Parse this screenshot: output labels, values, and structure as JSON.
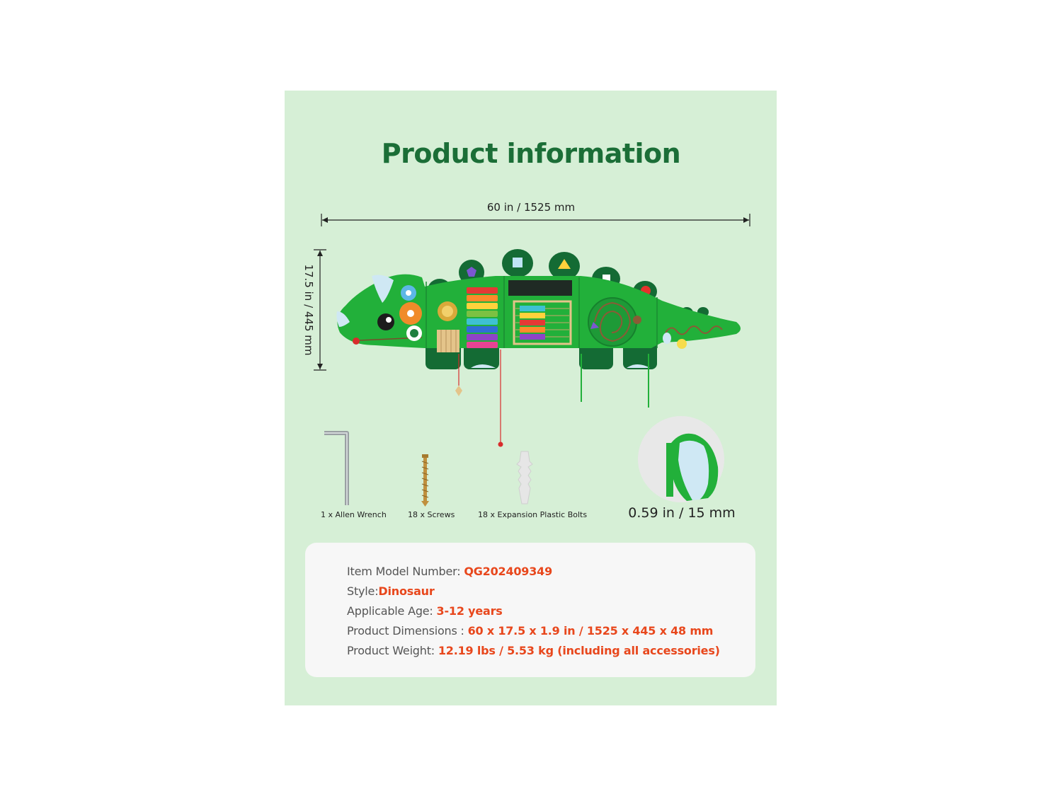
{
  "title": "Product information",
  "dimensions": {
    "width_label": "60 in / 1525 mm",
    "height_label": "17.5 in / 445 mm",
    "thickness_label": "0.59 in / 15 mm"
  },
  "accessories": [
    {
      "label": "1 x Allen Wrench",
      "icon": "allen-wrench-icon"
    },
    {
      "label": "18 x Screws",
      "icon": "screw-icon"
    },
    {
      "label": "18 x Expansion Plastic Bolts",
      "icon": "plastic-bolt-icon"
    }
  ],
  "specs": {
    "model": {
      "label": "Item Model Number:",
      "value": "QG202409349"
    },
    "style": {
      "label": "Style:",
      "value": "Dinosaur"
    },
    "age": {
      "label": "Applicable Age:",
      "value": "3-12 years"
    },
    "dimensions": {
      "label": "Product Dimensions :",
      "value": "60 x 17.5 x 1.9 in / 1525 x 445 x 48 mm"
    },
    "weight": {
      "label": "Product Weight:",
      "value": "12.19 lbs / 5.53 kg (including all accessories)"
    }
  },
  "colors": {
    "background": "#d6efd6",
    "title": "#1b6e37",
    "board_green": "#22b03a",
    "dark_green": "#146b34",
    "accent_value": "#e8471c"
  }
}
